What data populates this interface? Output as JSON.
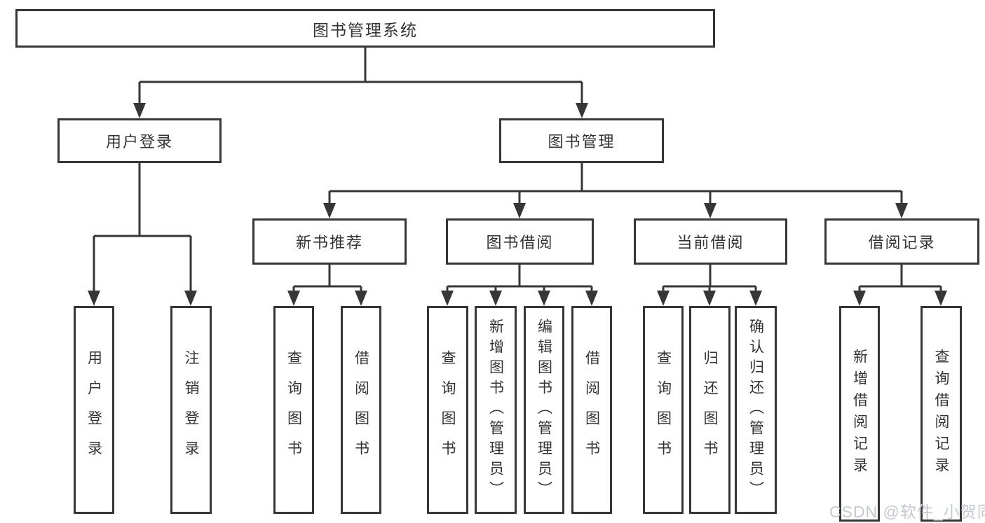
{
  "diagram": {
    "title_node": "图书管理系统",
    "level2": [
      "用户登录",
      "图书管理"
    ],
    "level3": [
      "新书推荐",
      "图书借阅",
      "当前借阅",
      "借阅记录"
    ],
    "leaves_login": [
      "用户登录",
      "注销登录"
    ],
    "leaves_recommend": [
      "查询图书",
      "借阅图书"
    ],
    "leaves_borrow": [
      "查询图书",
      "新增图书（管理员）",
      "编辑图书（管理员）",
      "借阅图书"
    ],
    "leaves_current": [
      "查询图书",
      "归还图书",
      "确认归还（管理员）"
    ],
    "leaves_records": [
      "新增借阅记录",
      "查询借阅记录"
    ],
    "watermark": "CSDN @软件_小贺同学",
    "colors": {
      "line": "#363636",
      "text": "#333333",
      "node_bg": "#ffffff",
      "watermark": "#c5c9d2"
    }
  }
}
